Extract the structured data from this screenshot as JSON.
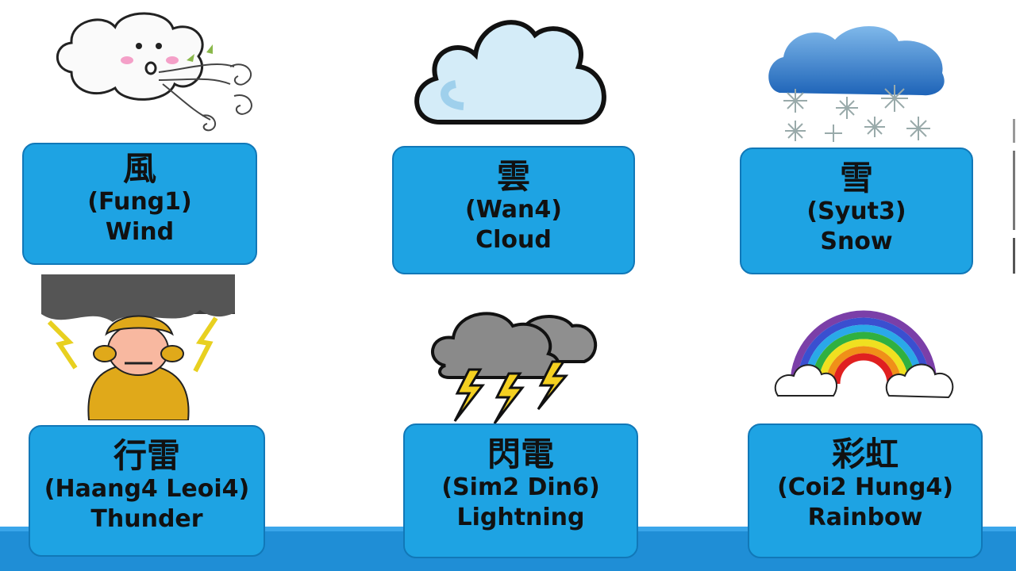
{
  "cards": [
    {
      "hanzi": "風",
      "roman": "(Fung1)",
      "english": "Wind"
    },
    {
      "hanzi": "雲",
      "roman": "(Wan4)",
      "english": "Cloud"
    },
    {
      "hanzi": "雪",
      "roman": "(Syut3)",
      "english": "Snow"
    },
    {
      "hanzi": "行雷",
      "roman": "(Haang4 Leoi4)",
      "english": "Thunder"
    },
    {
      "hanzi": "閃電",
      "roman": "(Sim2 Din6)",
      "english": "Lightning"
    },
    {
      "hanzi": "彩虹",
      "roman": "(Coi2 Hung4)",
      "english": "Rainbow"
    }
  ],
  "colors": {
    "card": "#1ea3e3",
    "card_border": "#1178b8",
    "footer": "#1f8ed6"
  },
  "icons": [
    "wind-cloud-icon",
    "cloud-icon",
    "snow-cloud-icon",
    "thunder-man-icon",
    "lightning-cloud-icon",
    "rainbow-icon"
  ]
}
